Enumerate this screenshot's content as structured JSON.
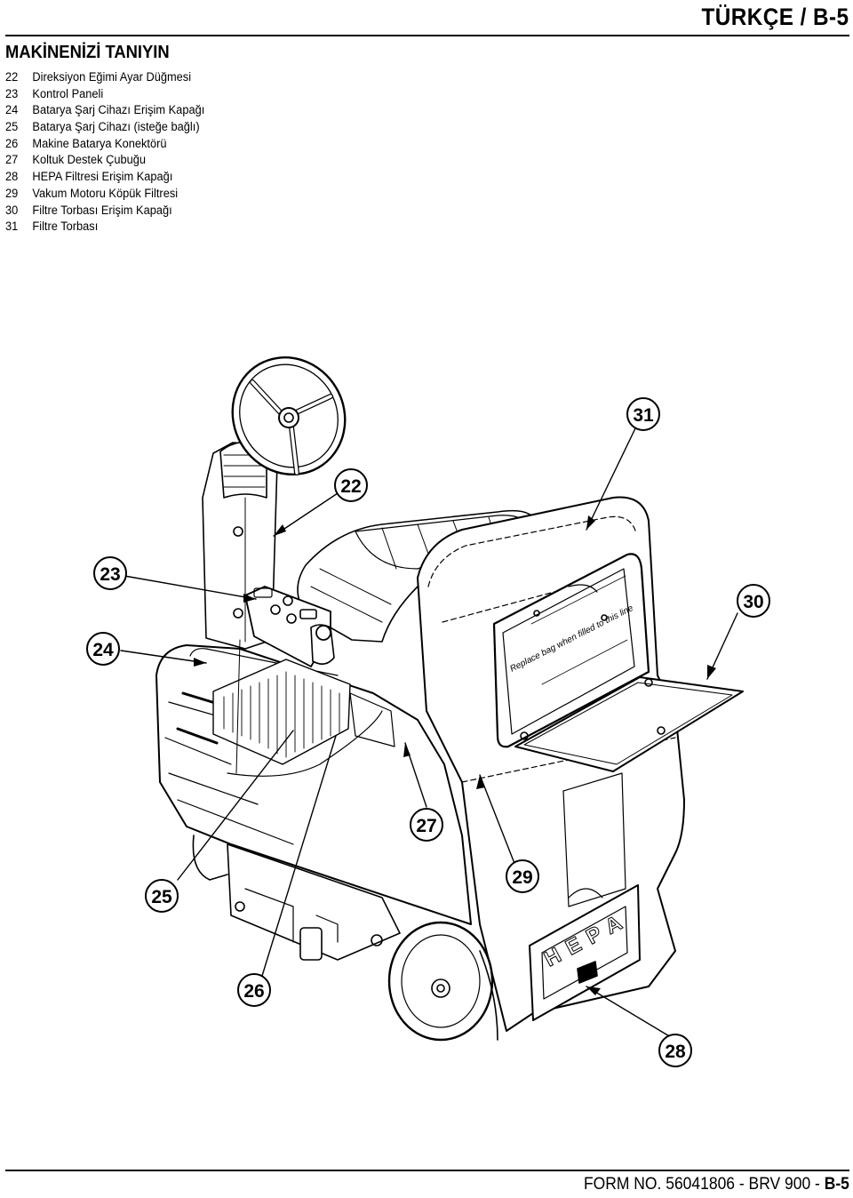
{
  "header": {
    "language_page": "TÜRKÇE / B-5"
  },
  "section": {
    "title": "MAKİNENİZİ TANIYIN"
  },
  "parts": [
    {
      "num": "22",
      "label": "Direksiyon Eğimi Ayar Düğmesi"
    },
    {
      "num": "23",
      "label": "Kontrol Paneli"
    },
    {
      "num": "24",
      "label": "Batarya Şarj Cihazı Erişim Kapağı"
    },
    {
      "num": "25",
      "label": "Batarya Şarj Cihazı (isteğe bağlı)"
    },
    {
      "num": "26",
      "label": "Makine Batarya Konektörü"
    },
    {
      "num": "27",
      "label": "Koltuk Destek Çubuğu"
    },
    {
      "num": "28",
      "label": "HEPA Filtresi Erişim Kapağı"
    },
    {
      "num": "29",
      "label": "Vakum Motoru Köpük Filtresi"
    },
    {
      "num": "30",
      "label": "Filtre Torbası Erişim Kapağı"
    },
    {
      "num": "31",
      "label": "Filtre Torbası"
    }
  ],
  "illustration": {
    "callouts": [
      "22",
      "23",
      "24",
      "25",
      "26",
      "27",
      "28",
      "29",
      "30",
      "31"
    ],
    "bag_label": "Replace bag when filled to this line",
    "hepa_label": "HEPA"
  },
  "footer": {
    "form_text": "FORM NO. 56041806 - BRV 900 - ",
    "page": "B-5"
  }
}
